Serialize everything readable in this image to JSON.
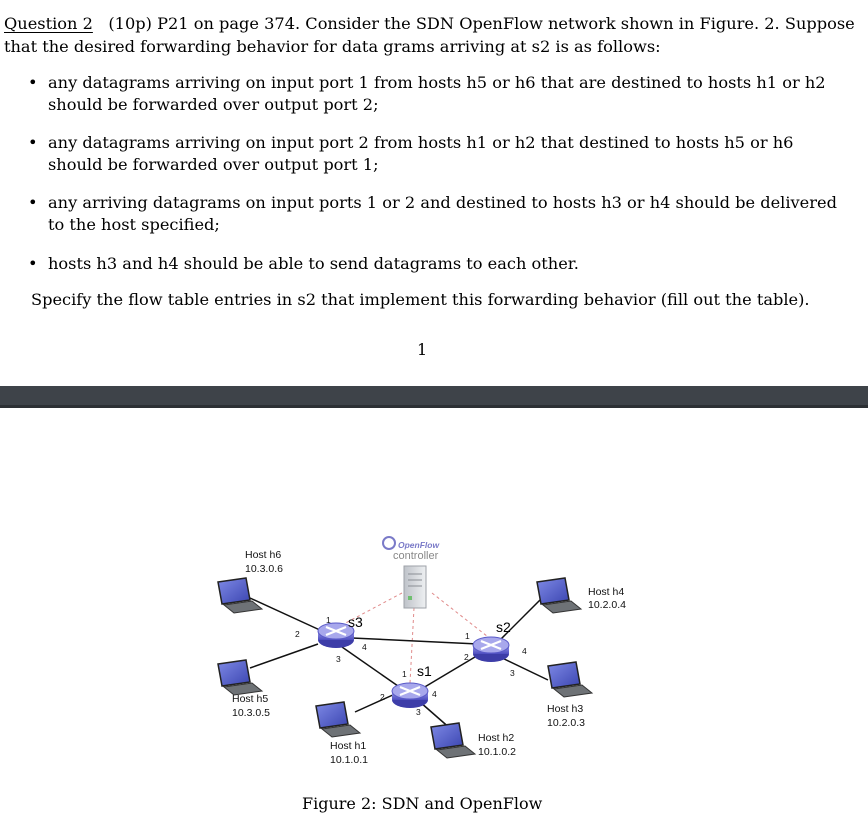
{
  "question": {
    "label": "Question 2",
    "intro": "(10p) P21 on page 374. Consider the SDN OpenFlow network shown in Figure. 2. Suppose that the desired forwarding behavior for data grams arriving at s2 is as follows:",
    "bullets": [
      "any datagrams arriving on input port 1 from hosts h5 or h6 that are destined to hosts h1 or h2 should be forwarded over output port 2;",
      "any datagrams arriving on input port 2 from hosts h1 or h2 that destined to hosts h5 or h6 should be forwarded over output port 1;",
      "any arriving datagrams on input ports 1 or 2 and destined to hosts h3 or h4 should be delivered to the host specified;",
      "hosts h3 and h4 should be able to send datagrams to each other."
    ],
    "task": "Specify the flow table entries in s2 that implement this forwarding behavior (fill out the table)."
  },
  "page_number": "1",
  "figure": {
    "caption": "Figure 2: SDN and OpenFlow",
    "controller": {
      "logo": "OpenFlow",
      "label": "controller"
    },
    "switches": {
      "s1": {
        "label": "s1",
        "ports": [
          "1",
          "2",
          "3",
          "4"
        ]
      },
      "s2": {
        "label": "s2",
        "ports": [
          "1",
          "2",
          "3",
          "4"
        ]
      },
      "s3": {
        "label": "s3",
        "ports": [
          "1",
          "2",
          "3",
          "4"
        ]
      }
    },
    "hosts": {
      "h1": {
        "name": "Host h1",
        "ip": "10.1.0.1"
      },
      "h2": {
        "name": "Host h2",
        "ip": "10.1.0.2"
      },
      "h3": {
        "name": "Host h3",
        "ip": "10.2.0.3"
      },
      "h4": {
        "name": "Host h4",
        "ip": "10.2.0.4"
      },
      "h5": {
        "name": "Host h5",
        "ip": "10.3.0.5"
      },
      "h6": {
        "name": "Host h6",
        "ip": "10.3.0.6"
      }
    },
    "colors": {
      "switch": "#6b6bd6",
      "screen": "#5560cc",
      "control_link": "#e08080"
    }
  }
}
